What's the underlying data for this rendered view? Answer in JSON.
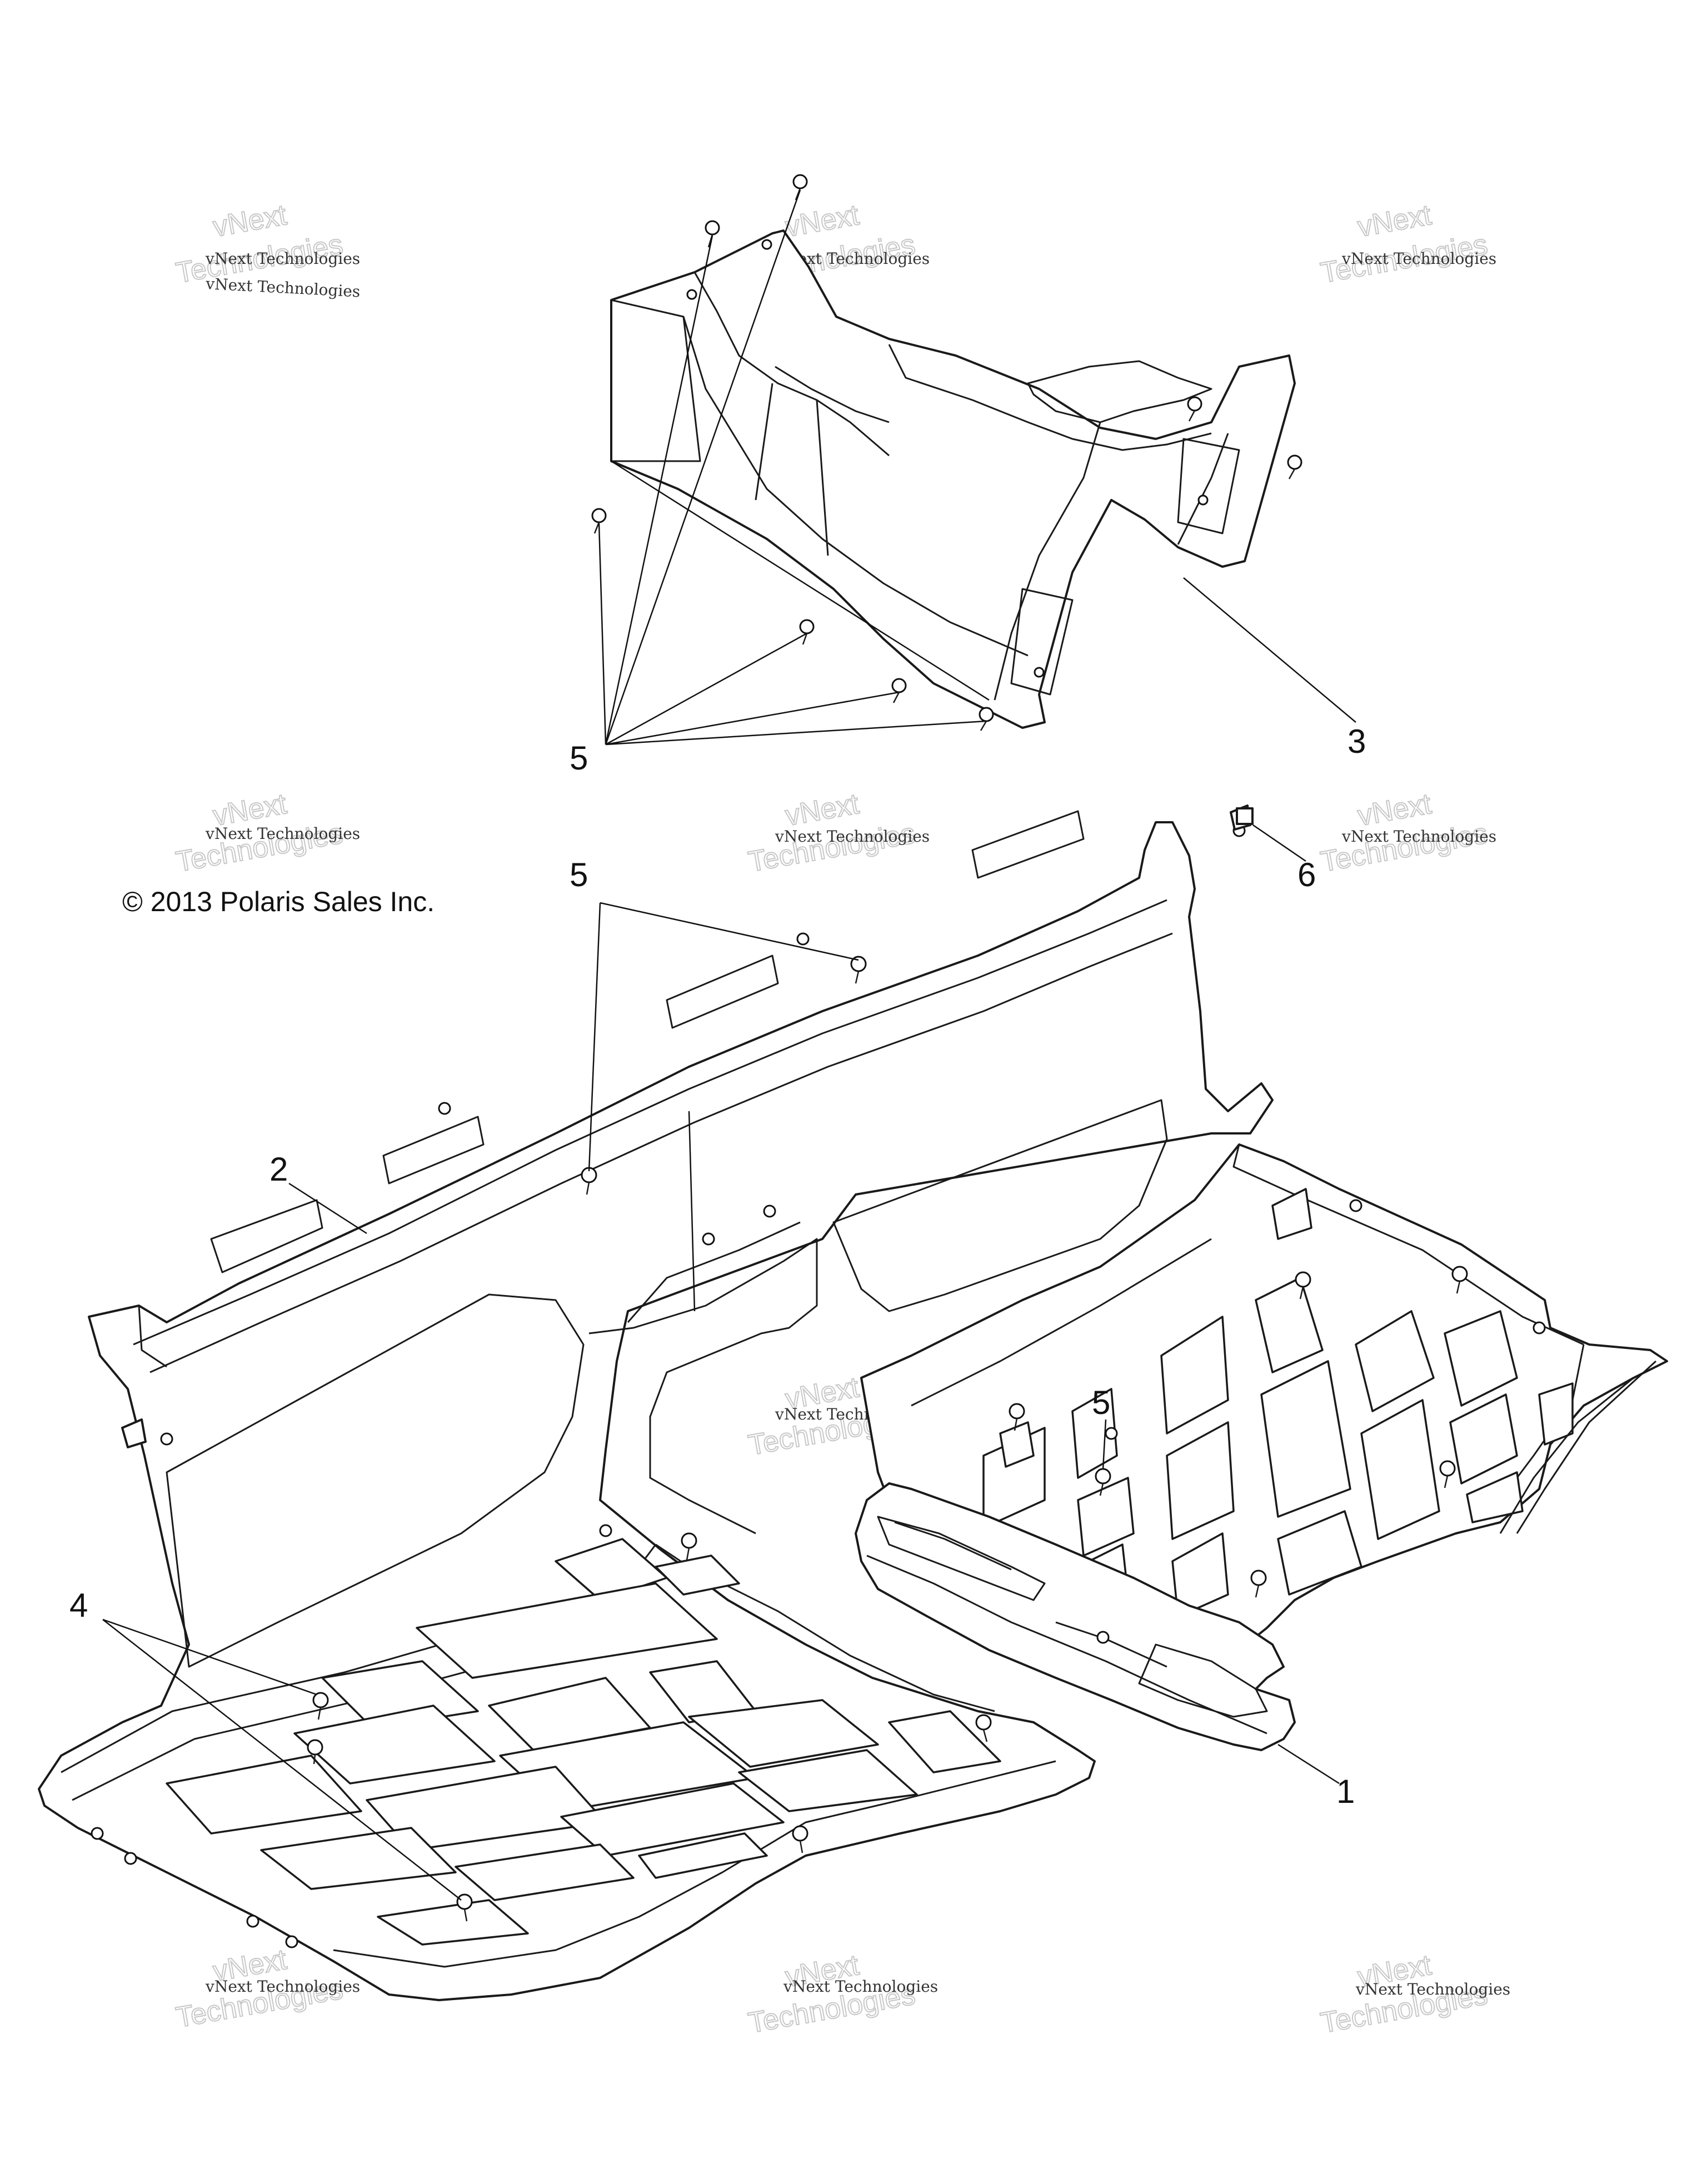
{
  "copyright": "© 2013 Polaris Sales Inc.",
  "watermark": {
    "line1": "vNext Technologies",
    "line2": "vNext",
    "line3": "Technologies"
  },
  "callouts": {
    "c1": "1",
    "c2": "2",
    "c3": "3",
    "c4": "4",
    "c5a": "5",
    "c5b": "5",
    "c5c": "5",
    "c6": "6"
  },
  "colors": {
    "line": "#1a1a1a",
    "watermark": "#c8c8c8",
    "background": "#ffffff"
  }
}
